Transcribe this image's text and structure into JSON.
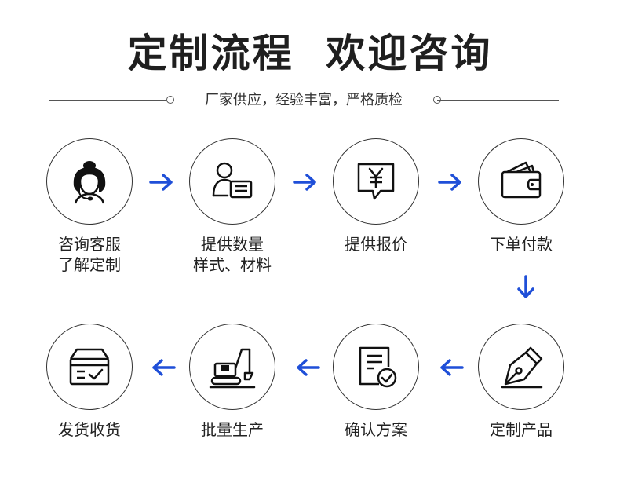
{
  "title": "定制流程  欢迎咨询",
  "subtitle": "厂家供应，经验丰富，严格质检",
  "steps": [
    {
      "line1": "咨询客服",
      "line2": "了解定制",
      "icon": "customer-service-icon"
    },
    {
      "line1": "提供数量",
      "line2": "样式、材料",
      "icon": "user-card-icon"
    },
    {
      "line1": "提供报价",
      "line2": "",
      "icon": "yuan-quote-icon"
    },
    {
      "line1": "下单付款",
      "line2": "",
      "icon": "wallet-icon"
    },
    {
      "line1": "定制产品",
      "line2": "",
      "icon": "pen-nib-icon"
    },
    {
      "line1": "确认方案",
      "line2": "",
      "icon": "document-check-icon"
    },
    {
      "line1": "批量生产",
      "line2": "",
      "icon": "excavator-icon"
    },
    {
      "line1": "发货收货",
      "line2": "",
      "icon": "delivery-box-icon"
    }
  ],
  "colors": {
    "arrow": "#1f4fd8",
    "stroke": "#222222"
  }
}
